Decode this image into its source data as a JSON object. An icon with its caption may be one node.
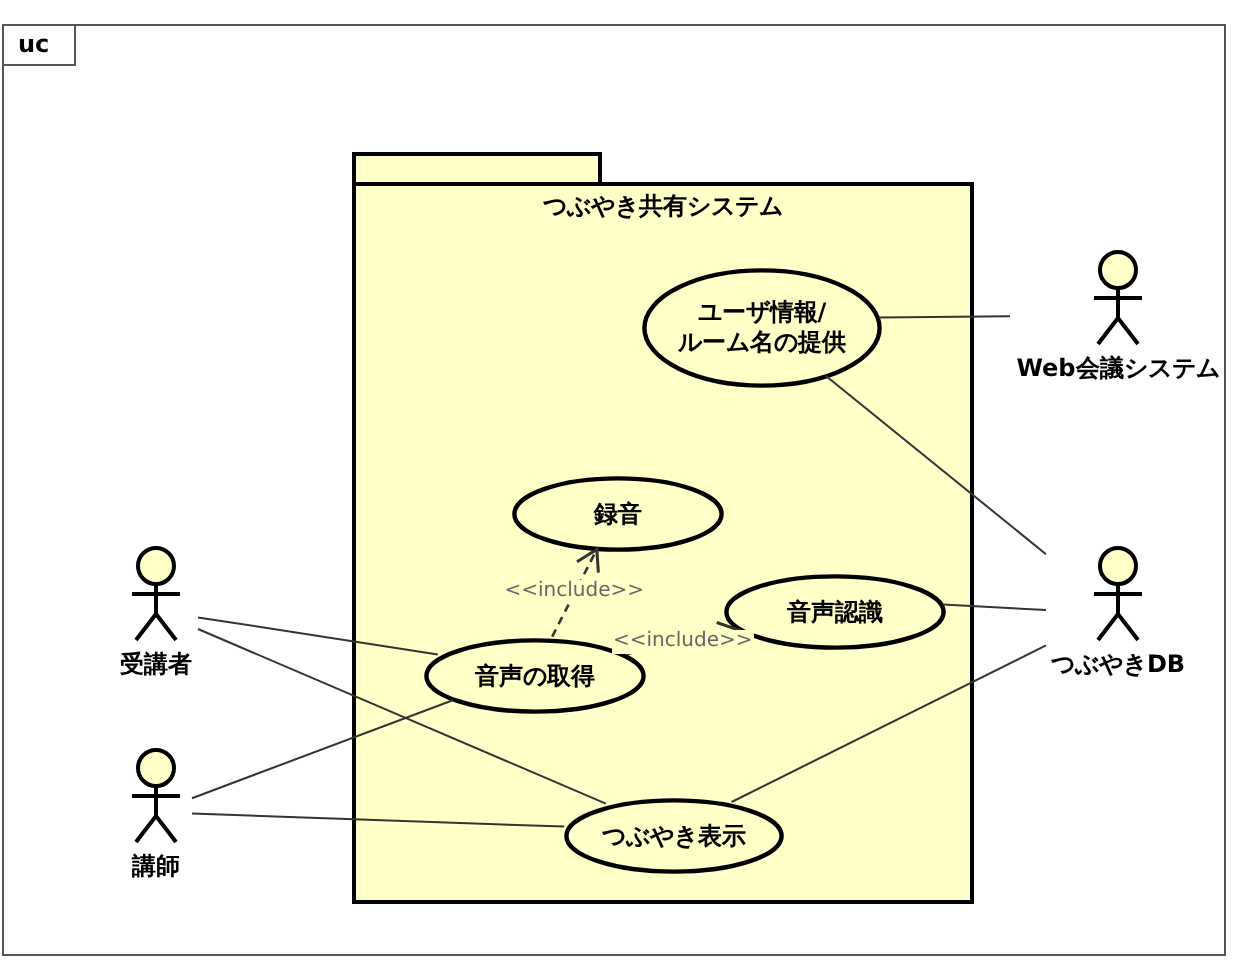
{
  "diagram": {
    "nodes": [
      {
        "text": [
          "uc"
        ]
      },
      {
        "text": [
          "つぶやき共有システム"
        ],
        "in": 0
      },
      {
        "text": [
          "ユーザ情報/ルーム名の提供"
        ],
        "in": 1
      },
      {
        "text": [
          "録音"
        ],
        "in": 1
      },
      {
        "text": [
          "音声認識"
        ],
        "in": 1
      },
      {
        "text": [
          "音声の取得"
        ],
        "in": 1
      },
      {
        "text": [
          "つぶやき表示"
        ],
        "in": 1
      },
      {
        "text": [
          "Web会議システム"
        ],
        "in": 0
      },
      {
        "text": [
          "つぶやきDB"
        ],
        "in": 0
      },
      {
        "text": [
          "受講者"
        ],
        "in": 0
      },
      {
        "text": [
          "講師"
        ],
        "in": 0
      }
    ],
    "edges": [
      {
        "from": 2,
        "to": 7,
        "arrow": "none"
      },
      {
        "from": 2,
        "to": 8,
        "arrow": "none"
      },
      {
        "from": 5,
        "to": 3,
        "arrow": "to",
        "label": "<<include>>",
        "style": "dashed"
      },
      {
        "from": 5,
        "to": 4,
        "arrow": "to",
        "label": "<<include>>",
        "style": "dashed"
      },
      {
        "from": 4,
        "to": 8,
        "arrow": "none"
      },
      {
        "from": 9,
        "to": 5,
        "arrow": "none"
      },
      {
        "from": 9,
        "to": 6,
        "arrow": "none"
      },
      {
        "from": 10,
        "to": 5,
        "arrow": "none"
      },
      {
        "from": 10,
        "to": 6,
        "arrow": "none"
      },
      {
        "from": 6,
        "to": 8,
        "arrow": "none"
      }
    ]
  }
}
